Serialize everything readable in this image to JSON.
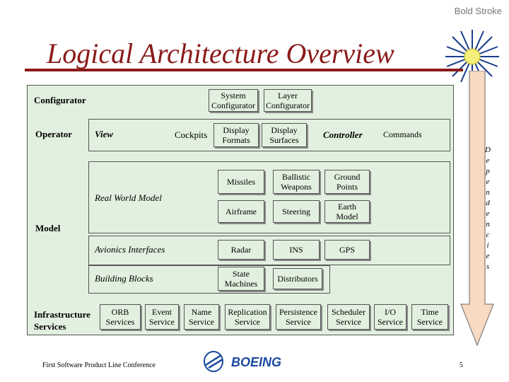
{
  "brand": "Bold Stroke",
  "title": "Logical Architecture Overview",
  "labels": {
    "configurator": "Configurator",
    "operator": "Operator",
    "view": "View",
    "cockpits": "Cockpits",
    "system_configurator": "System\nConfigurator",
    "layer_configurator": "Layer\nConfigurator",
    "display_formats": "Display\nFormats",
    "display_surfaces": "Display\nSurfaces",
    "controller": "Controller",
    "commands": "Commands",
    "real_world_model": "Real World Model",
    "missiles": "Missiles",
    "ballistic_weapons": "Ballistic\nWeapons",
    "ground_points": "Ground\nPoints",
    "airframe": "Airframe",
    "steering": "Steering",
    "earth_model": "Earth\nModel",
    "model": "Model",
    "avionics_interfaces": "Avionics Interfaces",
    "radar": "Radar",
    "ins": "INS",
    "gps": "GPS",
    "building_blocks": "Building Blocks",
    "state_machines": "State\nMachines",
    "distributors": "Distributors",
    "infrastructure_services": "Infrastructure\nServices",
    "orb_services": "ORB\nServices",
    "event_service": "Event\nService",
    "name_service": "Name\nService",
    "replication_service": "Replication\nService",
    "persistence_service": "Persistence\nService",
    "scheduler_service": "Scheduler\nService",
    "io_service": "I/O\nService",
    "time_service": "Time\nService"
  },
  "dependencies_label": "Dependencies",
  "footer": "First Software Product Line Conference",
  "logo_text": "BOEING",
  "page_number": "5",
  "colors": {
    "title": "#8b1a1a",
    "panel": "#e2f1df",
    "arrow_fill": "#f8d9c2",
    "logo_blue": "#1a4aa0"
  }
}
